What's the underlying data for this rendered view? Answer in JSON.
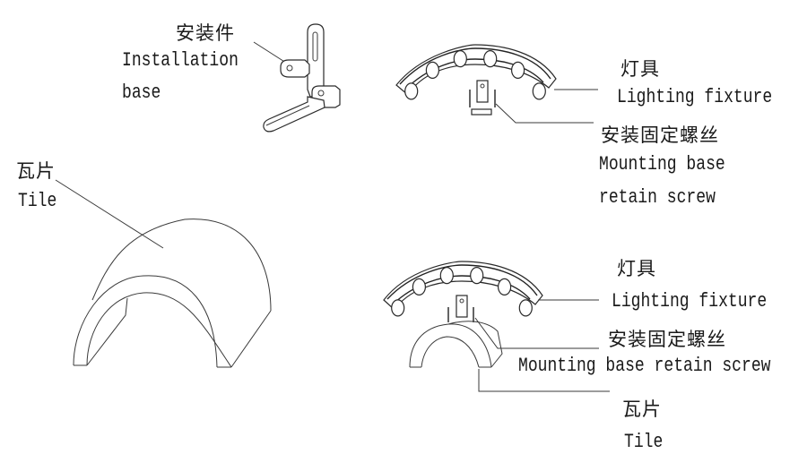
{
  "diagram": {
    "title": "Installation diagram",
    "parts": {
      "installation_base": {
        "cn": "安装件",
        "en_line1": "Installation",
        "en_line2": "base"
      },
      "tile_left": {
        "cn": "瓦片",
        "en": "Tile"
      },
      "fixture_top": {
        "cn": "灯具",
        "en": "Lighting fixture"
      },
      "screw_top": {
        "cn": "安装固定螺丝",
        "en_line1": "Mounting base",
        "en_line2": "retain screw"
      },
      "fixture_bottom": {
        "cn": "灯具",
        "en": "Lighting fixture"
      },
      "screw_bottom": {
        "cn": "安装固定螺丝",
        "en": "Mounting base retain screw"
      },
      "tile_bottom": {
        "cn": "瓦片",
        "en": "Tile"
      }
    },
    "fixture_led_count": 6
  }
}
